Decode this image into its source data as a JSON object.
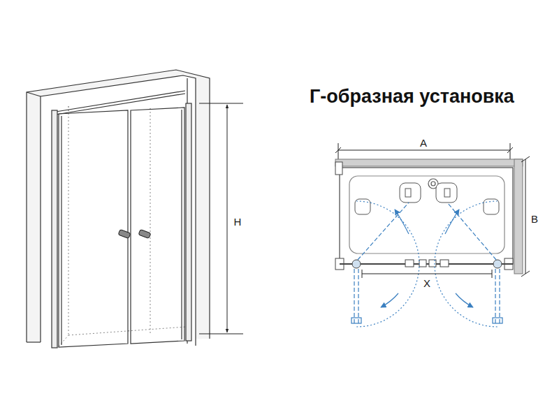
{
  "diagram": {
    "title": "Г-образная установка",
    "labels": [
      "H",
      "A",
      "B",
      "X"
    ]
  }
}
